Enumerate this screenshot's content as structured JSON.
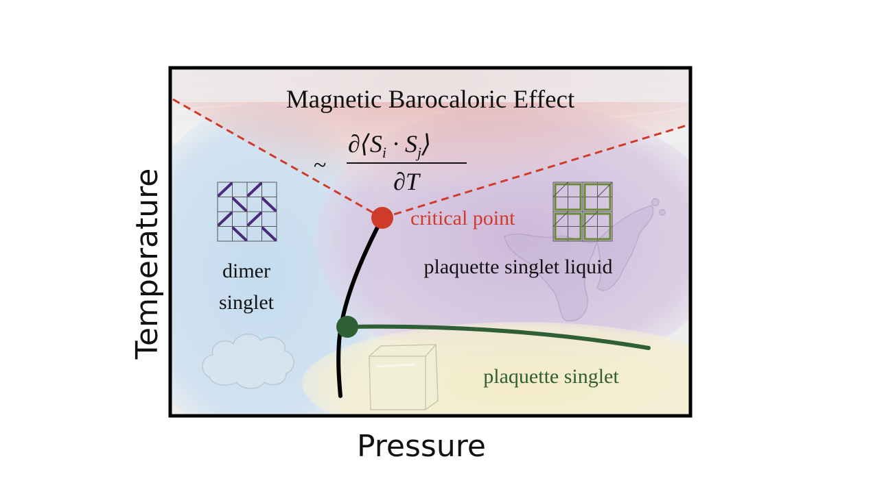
{
  "title": "Magnetic Barocaloric Effect",
  "formula": {
    "prefix": "~",
    "numerator": "∂⟨S",
    "num_sub_i": "i",
    "num_mid": " · S",
    "num_sub_j": "j",
    "num_close": "⟩",
    "denominator": "∂T"
  },
  "axes": {
    "x_label": "Pressure",
    "y_label": "Temperature"
  },
  "phases": {
    "dimer_singlet_line1": "dimer",
    "dimer_singlet_line2": "singlet",
    "plaquette_liquid": "plaquette singlet liquid",
    "plaquette_singlet": "plaquette singlet",
    "critical_point": "critical point"
  },
  "colors": {
    "frame": "#000000",
    "critical_point": "#cf3b2b",
    "dashed_lines": "#cf3b2b",
    "transition_line": "#000000",
    "plaquette_line": "#2f5f35",
    "plaquette_label": "#2f5f35",
    "dimer_region": "#c9dff0",
    "liquid_region": "#d6c5e0",
    "solid_region": "#f3ebc4",
    "dimer_tile": "#4a2a7a",
    "plaquette_tile": "#6a8a3a"
  },
  "icons": {
    "dimer_lattice": "dimer-lattice-icon",
    "plaquette_lattice": "plaquette-lattice-icon",
    "cloud": "cloud-icon",
    "splash": "splash-icon",
    "ice_cube": "ice-cube-icon"
  }
}
